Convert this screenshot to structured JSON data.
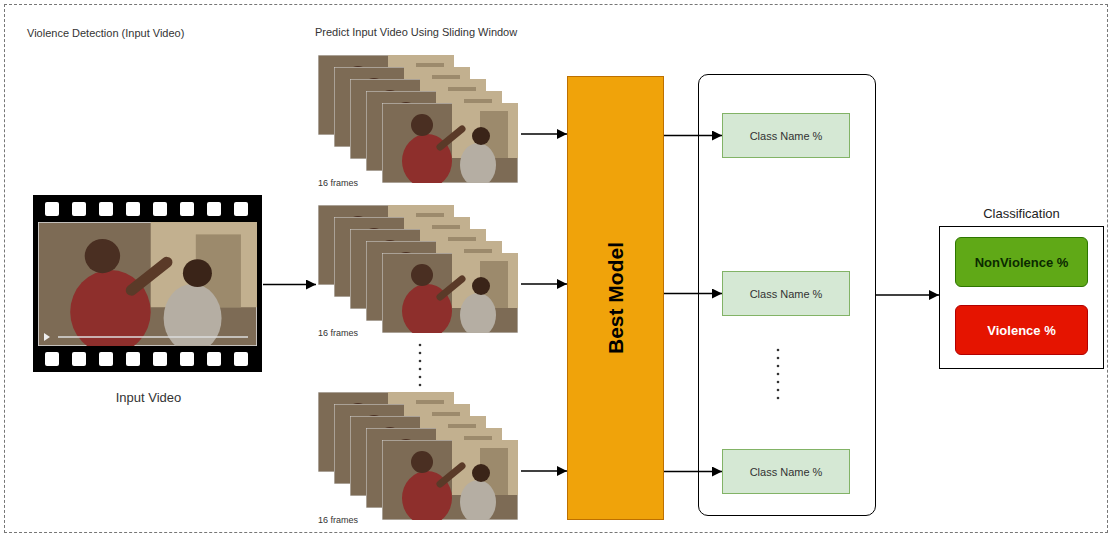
{
  "diagram": {
    "nodes": [
      {
        "text": [
          "Violence Detection (Input Video)"
        ]
      },
      {
        "text": [
          "Input Video"
        ],
        "in": 0
      },
      {
        "text": [
          "16 frames"
        ],
        "in": 0
      },
      {
        "text": [
          "16 frames"
        ],
        "in": 0
      },
      {
        "text": [
          "16 frames"
        ],
        "in": 0
      },
      {
        "text": [
          "Best Model"
        ],
        "in": 0
      },
      {
        "text": [],
        "in": 0
      },
      {
        "text": [
          "Class Name %"
        ],
        "in": 6
      },
      {
        "text": [
          "Class Name %"
        ],
        "in": 6
      },
      {
        "text": [
          "Class Name %"
        ],
        "in": 6
      },
      {
        "text": [
          "Classification"
        ],
        "in": 0
      },
      {
        "text": [
          "NonViolence %"
        ],
        "in": 10
      },
      {
        "text": [
          "Violence %"
        ],
        "in": 10
      }
    ],
    "edges": [
      {
        "from": 1,
        "to": 3,
        "arrow": "to"
      },
      {
        "from": 2,
        "to": 5,
        "arrow": "to"
      },
      {
        "from": 3,
        "to": 5,
        "arrow": "to"
      },
      {
        "from": 4,
        "to": 5,
        "arrow": "to"
      },
      {
        "from": 5,
        "to": 7,
        "arrow": "to"
      },
      {
        "from": 5,
        "to": 8,
        "arrow": "to"
      },
      {
        "from": 5,
        "to": 9,
        "arrow": "to"
      },
      {
        "from": 6,
        "to": 10,
        "arrow": "to"
      }
    ],
    "labels": [
      "Predict Input Video Using Sliding Window"
    ]
  }
}
